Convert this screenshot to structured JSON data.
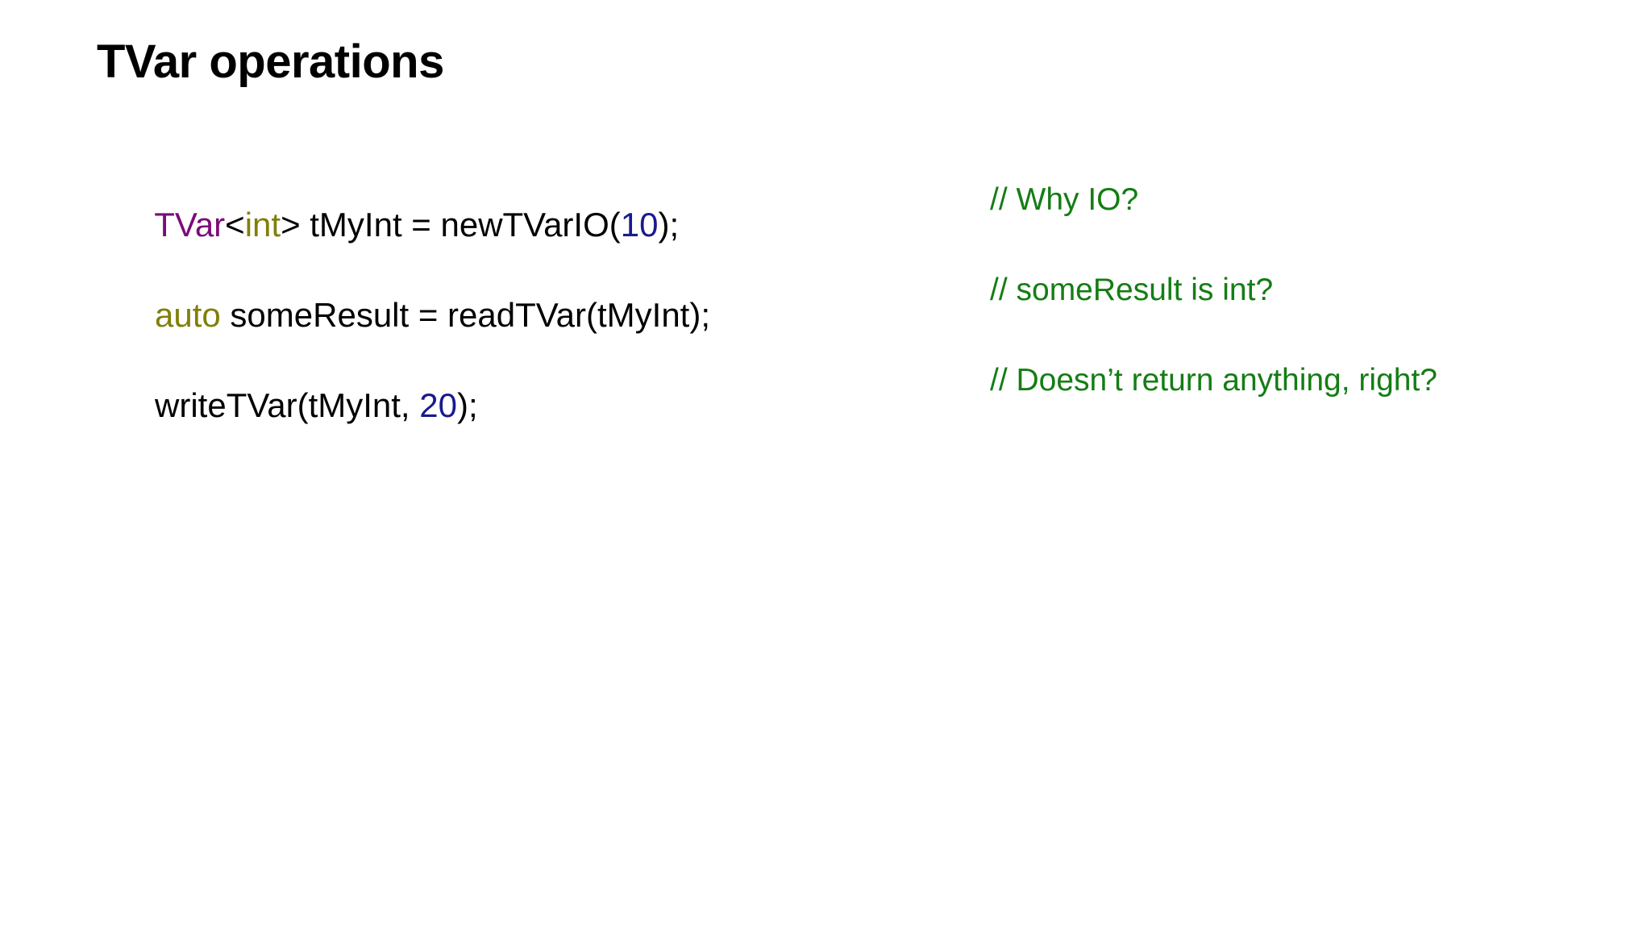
{
  "slide": {
    "title": "TVar operations",
    "background_color": "#ffffff"
  },
  "colors": {
    "title": "#000000",
    "code_plain": "#000000",
    "code_type": "#7b0c7b",
    "code_keyword": "#80800a",
    "code_number": "#1a1a8e",
    "comment": "#147d14"
  },
  "code": {
    "lines": [
      {
        "id": "declare-tvar",
        "tokens": [
          {
            "text": "TVar",
            "kind": "type"
          },
          {
            "text": "<",
            "kind": "plain"
          },
          {
            "text": "int",
            "kind": "keyword"
          },
          {
            "text": "> tMyInt = newTVarIO(",
            "kind": "plain"
          },
          {
            "text": "10",
            "kind": "number"
          },
          {
            "text": ");",
            "kind": "plain"
          }
        ],
        "plain_text": "TVar<int> tMyInt = newTVarIO(10);"
      },
      {
        "id": "read-tvar",
        "tokens": [
          {
            "text": "auto",
            "kind": "keyword"
          },
          {
            "text": " someResult = readTVar(tMyInt);",
            "kind": "plain"
          }
        ],
        "plain_text": "auto someResult = readTVar(tMyInt);"
      },
      {
        "id": "write-tvar",
        "tokens": [
          {
            "text": "writeTVar(tMyInt, ",
            "kind": "plain"
          },
          {
            "text": "20",
            "kind": "number"
          },
          {
            "text": ");",
            "kind": "plain"
          }
        ],
        "plain_text": "writeTVar(tMyInt, 20);"
      }
    ]
  },
  "comments": {
    "lines": [
      {
        "id": "why-io",
        "text": "// Why IO?"
      },
      {
        "id": "someresult-is-int",
        "text": "// someResult is int?"
      },
      {
        "id": "no-return-value",
        "text": "// Doesn’t return anything, right?"
      }
    ]
  }
}
